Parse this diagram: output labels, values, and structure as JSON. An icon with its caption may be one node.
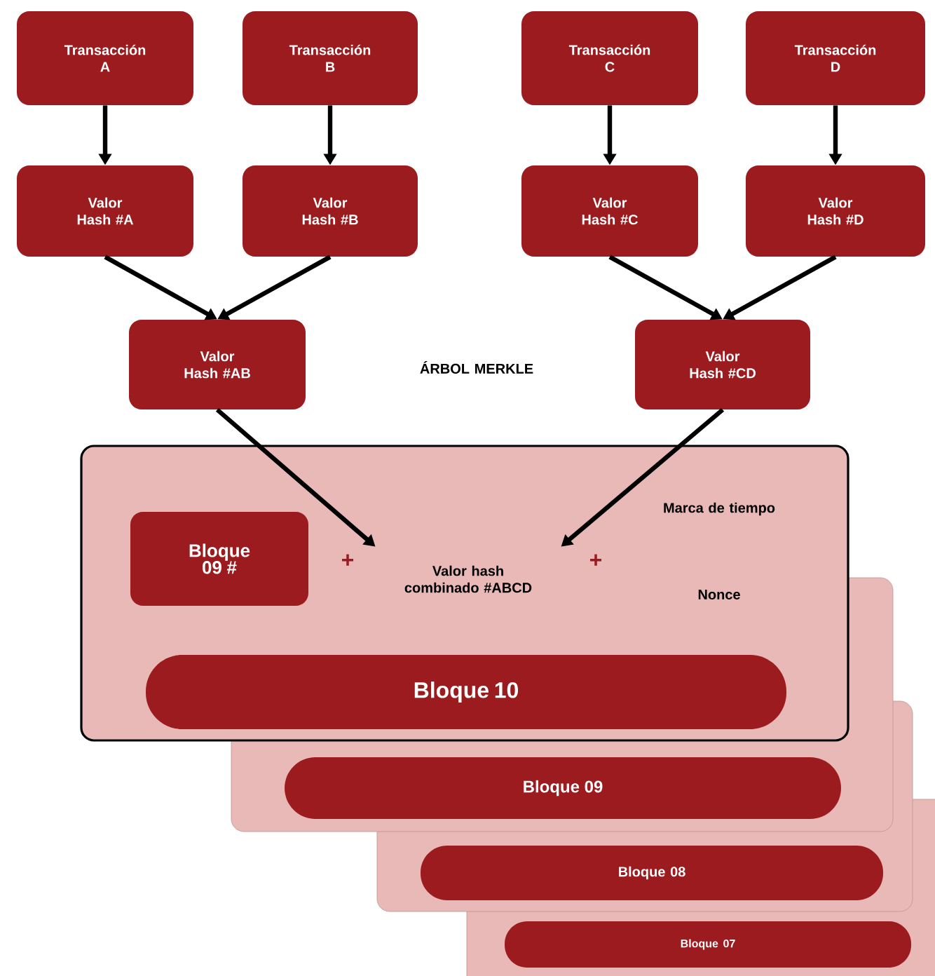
{
  "diagram": {
    "nodes": [
      {
        "text": [
          "Transacción A"
        ]
      },
      {
        "text": [
          "Transacción B"
        ]
      },
      {
        "text": [
          "Transacción C"
        ]
      },
      {
        "text": [
          "Transacción D"
        ]
      },
      {
        "text": [
          "Valor Hash #A"
        ]
      },
      {
        "text": [
          "Valor Hash #B"
        ]
      },
      {
        "text": [
          "Valor Hash #C"
        ]
      },
      {
        "text": [
          "Valor Hash #D"
        ]
      },
      {
        "text": [
          "Valor Hash #AB"
        ]
      },
      {
        "text": [
          "Valor Hash #CD"
        ]
      },
      {
        "text": [],
        "shape": "box"
      },
      {
        "text": [
          "Bloque 09 #"
        ],
        "in": 10
      },
      {
        "text": [
          "Valor hash combinado #ABCD"
        ],
        "in": 10
      },
      {
        "text": [
          "Bloque 10"
        ],
        "in": 10
      },
      {
        "text": [],
        "shape": "box"
      },
      {
        "text": [
          "Bloque 09"
        ],
        "in": 14
      },
      {
        "text": [],
        "shape": "box"
      },
      {
        "text": [
          "Bloque 08"
        ],
        "in": 16
      },
      {
        "text": [],
        "shape": "box"
      },
      {
        "text": [
          "Bloque 07"
        ],
        "in": 18
      }
    ],
    "edges": [
      {
        "from": 0,
        "to": 4,
        "arrow": "to"
      },
      {
        "from": 1,
        "to": 5,
        "arrow": "to"
      },
      {
        "from": 2,
        "to": 6,
        "arrow": "to"
      },
      {
        "from": 3,
        "to": 7,
        "arrow": "to"
      },
      {
        "from": 4,
        "to": 8,
        "arrow": "to"
      },
      {
        "from": 5,
        "to": 8,
        "arrow": "to"
      },
      {
        "from": 6,
        "to": 9,
        "arrow": "to"
      },
      {
        "from": 7,
        "to": 9,
        "arrow": "to"
      },
      {
        "from": 8,
        "to": 12,
        "arrow": "to"
      },
      {
        "from": 9,
        "to": 12,
        "arrow": "to"
      }
    ],
    "labels": [
      "ÁRBOL MERKLE",
      "+",
      "+",
      "Marca de tiempo",
      "Nonce"
    ]
  }
}
